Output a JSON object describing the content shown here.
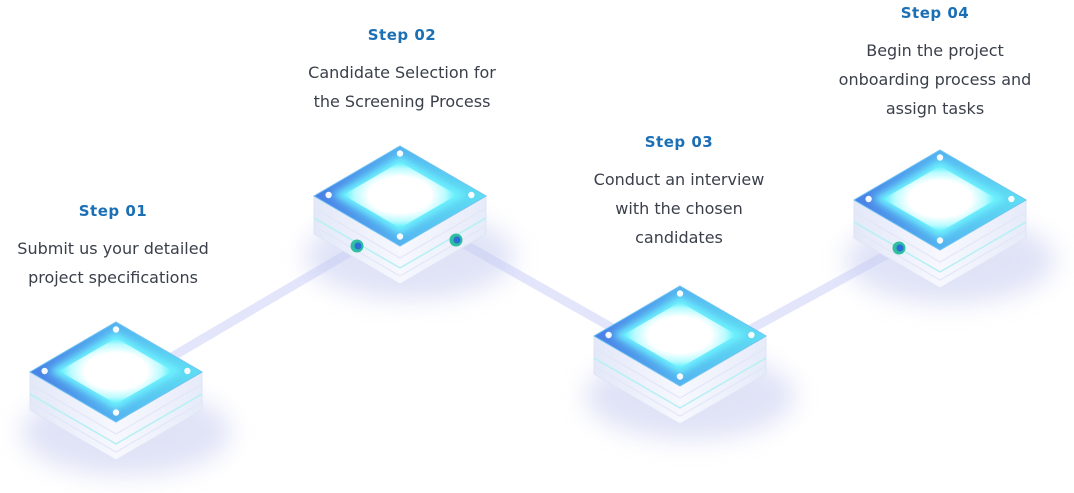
{
  "steps": [
    {
      "title": "Step 01",
      "description_lines": [
        "Submit us your detailed",
        "project specifications"
      ]
    },
    {
      "title": "Step 02",
      "description_lines": [
        "Candidate Selection for",
        "the Screening Process"
      ]
    },
    {
      "title": "Step 03",
      "description_lines": [
        "Conduct an interview",
        "with the chosen",
        "candidates"
      ]
    },
    {
      "title": "Step 04",
      "description_lines": [
        "Begin the project",
        "onboarding process and",
        "assign tasks"
      ]
    }
  ],
  "colors": {
    "step_title": "#1b6fb5",
    "description_text": "#3a3f4a",
    "tile_glow": "#7ff3ff",
    "tile_edge_left": "#4f86e8",
    "tile_edge_right": "#52d4f0",
    "tile_base": "#eef1fb",
    "connector": "#e6e8fb",
    "port_ring": "#2fbfa0",
    "port_core": "#2a6fd6"
  },
  "icons": [
    "glowing-platform-icon"
  ]
}
